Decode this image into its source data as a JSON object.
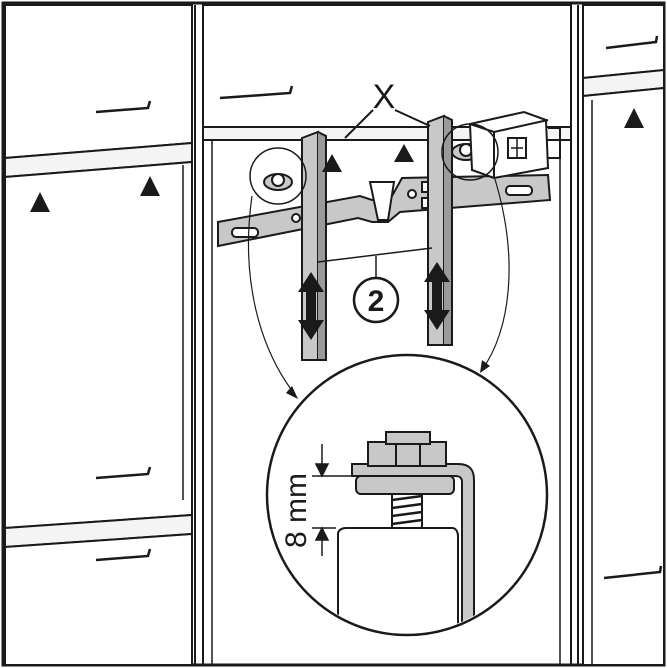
{
  "labels": {
    "callout_x": "X",
    "step_number": "2",
    "dimension": "8 mm"
  },
  "colors": {
    "line": "#1a1a1a",
    "bracket_fill": "#c8c8c8",
    "bracket_shade": "#9a9a9a",
    "panel_fill": "#f4f4f4",
    "background": "#ffffff"
  },
  "icons": [
    "up-arrow-marker-icon",
    "double-arrow-icon",
    "nut-bolt-icon",
    "dimension-arrow-icon"
  ]
}
